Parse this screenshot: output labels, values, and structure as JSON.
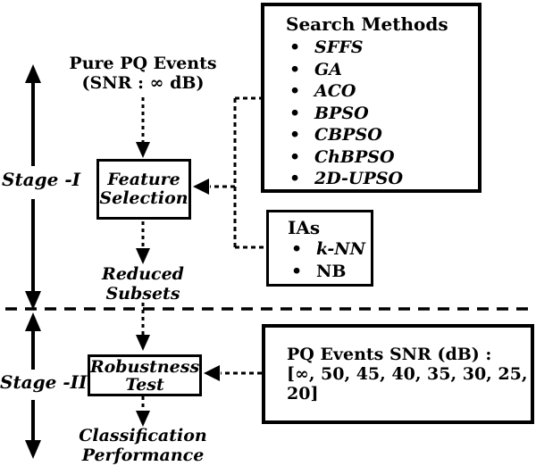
{
  "figure": {
    "type": "flowchart",
    "stage1_label": "Stage -I",
    "stage2_label": "Stage -II"
  },
  "top_label": {
    "line1": "Pure PQ Events",
    "line2": "(SNR : ∞ dB)"
  },
  "feature_selection": {
    "line1": "Feature",
    "line2": "Selection"
  },
  "reduced_subsets": {
    "line1": "Reduced",
    "line2": "Subsets"
  },
  "robustness_test": {
    "line1": "Robustness",
    "line2": "Test"
  },
  "classification_performance": {
    "line1": "Classification",
    "line2": "Performance"
  },
  "search_methods": {
    "title": "Search Methods",
    "items": [
      "SFFS",
      "GA",
      "ACO",
      "BPSO",
      "CBPSO",
      "ChBPSO",
      "2D-UPSO"
    ]
  },
  "ias": {
    "title": "IAs",
    "items": [
      "k-NN",
      "NB"
    ]
  },
  "pq_snr": {
    "line1": "PQ Events SNR (dB) :",
    "line2": "[∞, 50, 45, 40, 35, 30, 25, 20]"
  },
  "colors": {
    "ink": "#000000",
    "background": "#ffffff"
  }
}
